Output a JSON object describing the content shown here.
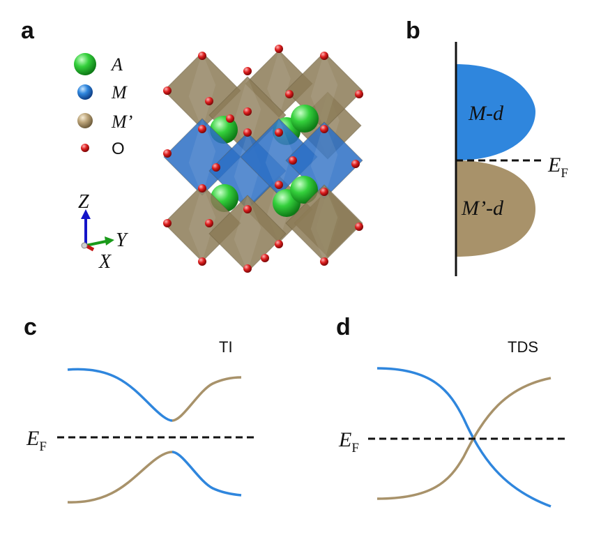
{
  "panels": {
    "a": {
      "label": "a",
      "legend": [
        {
          "symbol": "A",
          "color": "#2fc83c"
        },
        {
          "symbol": "M",
          "color": "#2f86dd"
        },
        {
          "symbol": "M’",
          "color": "#bda57a"
        },
        {
          "symbol": "O",
          "color": "#dd1e1e"
        }
      ],
      "axes": {
        "z": "Z",
        "y": "Y",
        "x": "X"
      }
    },
    "b": {
      "label": "b",
      "upper_band": "M-d",
      "lower_band": "M’-d",
      "fermi": {
        "main": "E",
        "sub": "F"
      }
    },
    "c": {
      "label": "c",
      "title": "TI",
      "fermi": {
        "main": "E",
        "sub": "F"
      }
    },
    "d": {
      "label": "d",
      "title": "TDS",
      "fermi": {
        "main": "E",
        "sub": "F"
      }
    }
  },
  "colors": {
    "blue": "#2f86dd",
    "tan": "#a8926a",
    "octahedron_tan": "#8c7b57",
    "octahedron_blue": "#2b6fc4",
    "oxygen": "#dd1e1e",
    "a_site": "#2fc83c"
  }
}
